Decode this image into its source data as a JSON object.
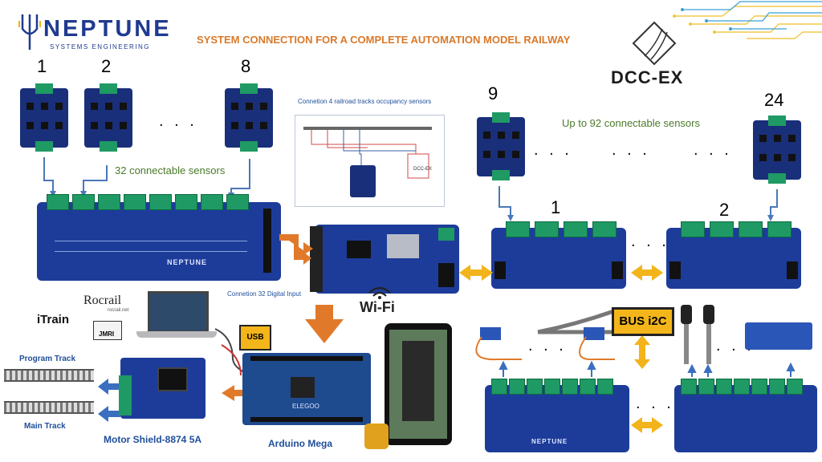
{
  "brand": {
    "name": "NEPTUNE",
    "subtitle": "SYSTEMS ENGINEERING"
  },
  "title": "SYSTEM CONNECTION FOR  A COMPLETE AUTOMATION MODEL RAILWAY",
  "dccex_label": "DCC-EX",
  "left_sensors": {
    "labels": [
      "1",
      "2",
      "8"
    ],
    "ellipsis": ". . .",
    "note": "32 connectable sensors"
  },
  "right_sensors": {
    "labels": [
      "9",
      "24"
    ],
    "note": "Up to 92 connectable sensors",
    "ellipsis": ". . ."
  },
  "expanders": {
    "labels": [
      "1",
      "2"
    ]
  },
  "occupancy_caption": "Connetion 4  railroad tracks occupancy sensors",
  "digital_input_caption": "Connetion 32 Digital Input",
  "wifi_label": "Wi-Fi",
  "bus_label": "BUS i2C",
  "usb_label": "USB",
  "software": {
    "rocrail": "Rocrail",
    "rocrail_url": "rocrail.net",
    "itrain": "iTrain",
    "jmri": "JMRI"
  },
  "tracks": {
    "program": "Program Track",
    "main": "Main Track"
  },
  "motor_shield": "Motor Shield-8874 5A",
  "arduino": "Arduino Mega",
  "board_text": {
    "neptune": "NEPTUNE",
    "arduino_brand": "ELEGOO"
  },
  "colors": {
    "brand_blue": "#1f3a8f",
    "title_orange": "#d9792a",
    "board_blue": "#1d3c9a",
    "terminal_green": "#1f9a64",
    "bus_yellow": "#f3b51a",
    "note_green": "#4a7a2a"
  }
}
